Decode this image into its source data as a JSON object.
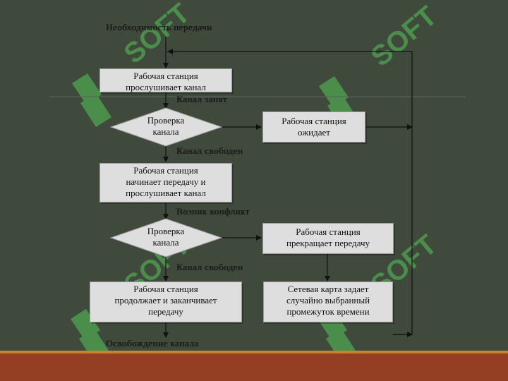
{
  "colors": {
    "background": "#3f4a3c",
    "box_fill": "#dedede",
    "line": "#111111",
    "watermark": "#4e9a4e",
    "bar_orange": "#c8842c",
    "bar_red": "#943f24"
  },
  "flow": {
    "start_caption": "Необходимость передачи",
    "listen": {
      "line1": "Рабочая станция",
      "line2": "прослушивает канал"
    },
    "busy_caption_1": "Канал занят",
    "check_1": {
      "line1": "Проверка",
      "line2": "канала"
    },
    "wait": {
      "line1": "Рабочая станция",
      "line2": "ожидает"
    },
    "free_caption_1": "Канал свободен",
    "start_tx": {
      "line1": "Рабочая станция",
      "line2": "начинает передачу и",
      "line3": "прослушивает канал"
    },
    "conflict_caption": "Возник конфликт",
    "check_2": {
      "line1": "Проверка",
      "line2": "канала"
    },
    "stop_tx": {
      "line1": "Рабочая станция",
      "line2": "прекращает передачу"
    },
    "free_caption_2": "Канал свободен",
    "finish": {
      "line1": "Рабочая станция",
      "line2": "продолжает и заканчивает",
      "line3": "передачу"
    },
    "backoff": {
      "line1": "Сетевая карта задает",
      "line2": "случайно выбранный",
      "line3": "промежуток времени"
    },
    "end_caption": "Освобождение канала"
  },
  "watermark": {
    "text": "SOFT"
  }
}
